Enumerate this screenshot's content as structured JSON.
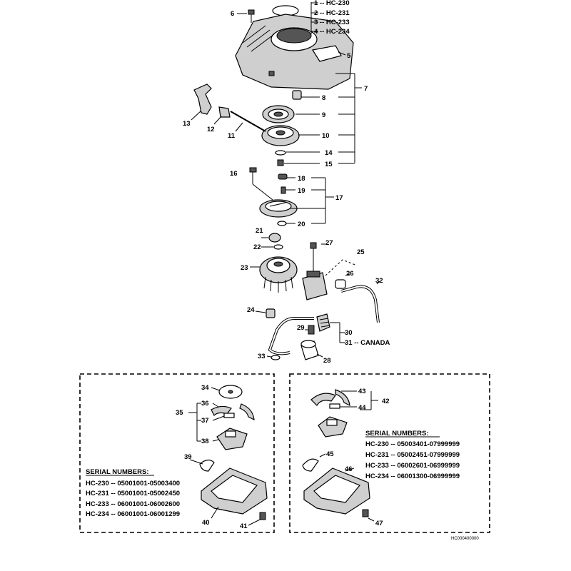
{
  "model_list": [
    "1 -- HC-230",
    "2 -- HC-231",
    "3 -- HC-233",
    "4 -- HC-234"
  ],
  "callouts": {
    "n5": "5",
    "n6": "6",
    "n7": "7",
    "n8": "8",
    "n9": "9",
    "n10": "10",
    "n11": "11",
    "n12": "12",
    "n13": "13",
    "n14": "14",
    "n15": "15",
    "n16": "16",
    "n17": "17",
    "n18": "18",
    "n19": "19",
    "n20": "20",
    "n21": "21",
    "n22": "22",
    "n23": "23",
    "n24": "24",
    "n25": "25",
    "n26": "26",
    "n27": "27",
    "n28": "28",
    "n29": "29",
    "n30": "30",
    "n31": "31 -- CANADA",
    "n32": "32",
    "n33": "33",
    "n34": "34",
    "n35": "35",
    "n36": "36",
    "n37": "37",
    "n38": "38",
    "n39": "39",
    "n40": "40",
    "n41": "41",
    "n42": "42",
    "n43": "43",
    "n44": "44",
    "n45": "45",
    "n46": "46",
    "n47": "47"
  },
  "serial_left": {
    "heading": "SERIAL NUMBERS:",
    "lines": [
      "HC-230 -- 05001001-05003400",
      "HC-231 -- 05001001-05002450",
      "HC-233 -- 06001001-06002600",
      "HC-234 -- 06001001-06001299"
    ]
  },
  "serial_right": {
    "heading": "SERIAL NUMBERS:",
    "lines": [
      "HC-230 -- 05003401-07999999",
      "HC-231 -- 05002451-07999999",
      "HC-233 -- 06002601-06999999",
      "HC-234 -- 06001300-06999999"
    ]
  },
  "drawing_code": "HC000400000"
}
